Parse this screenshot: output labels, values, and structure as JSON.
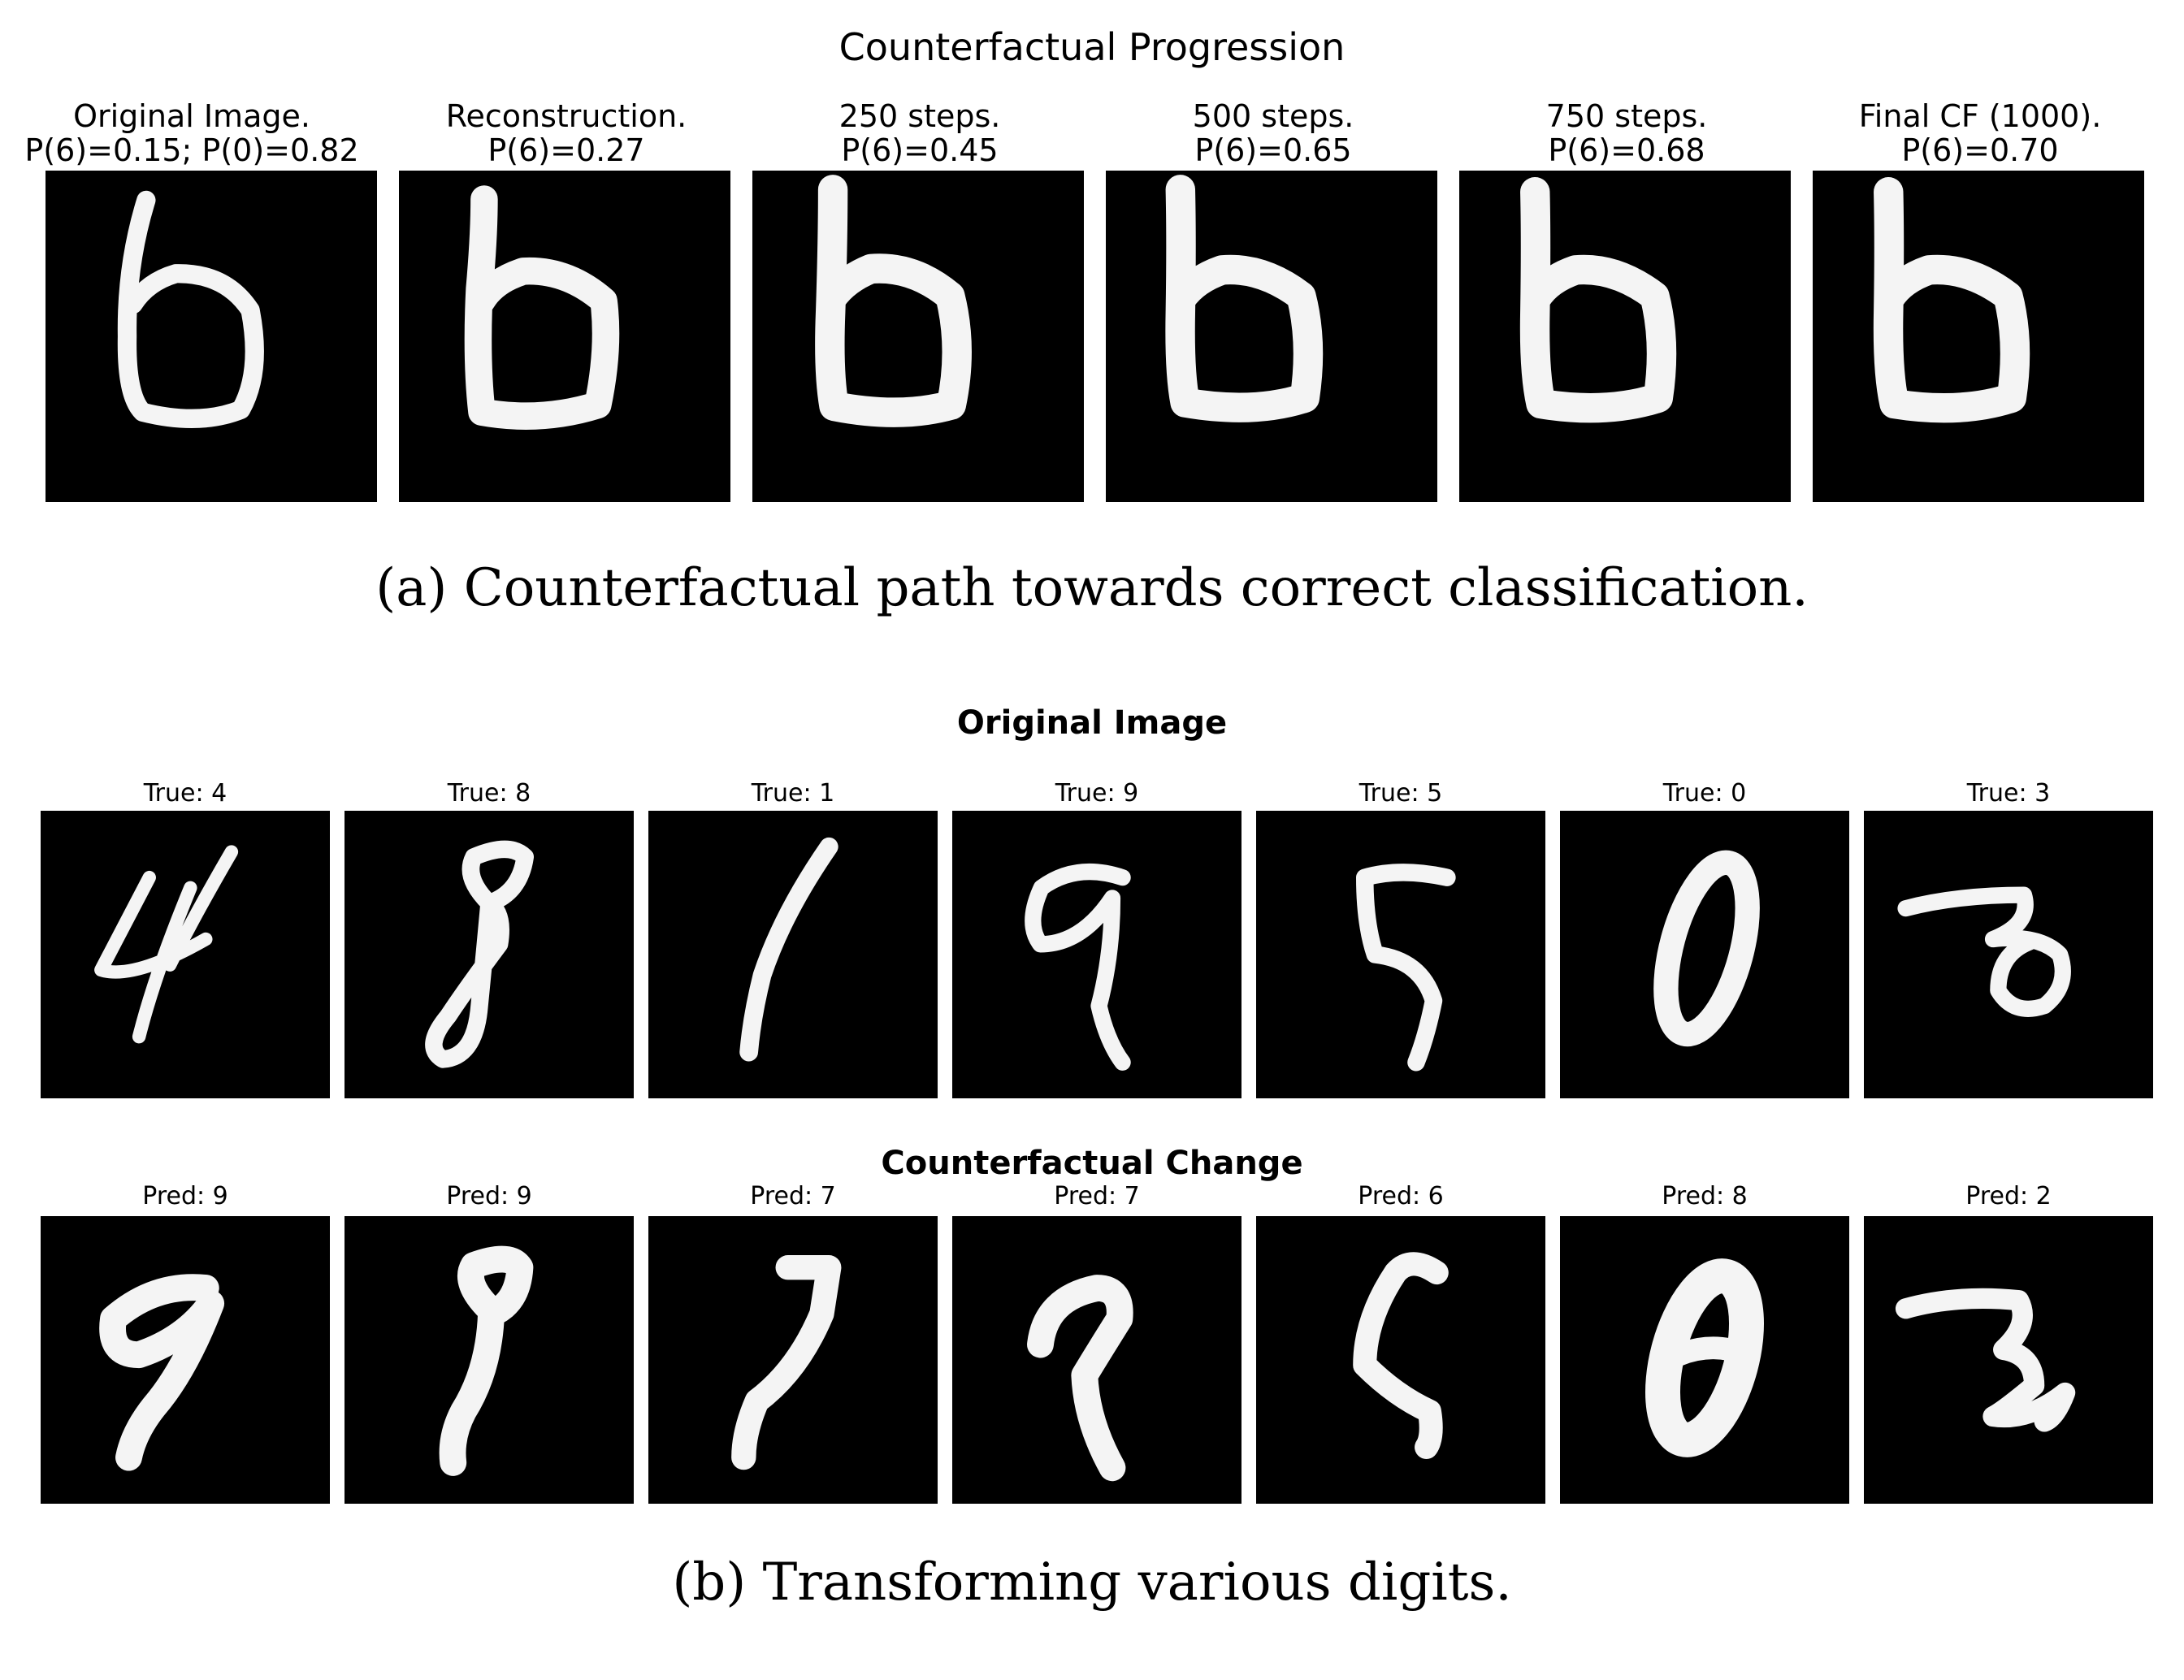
{
  "part_a": {
    "title": "Counterfactual Progression",
    "panels": [
      {
        "line1": "Original Image.",
        "line2": "P(6)=0.15; P(0)=0.82"
      },
      {
        "line1": "Reconstruction.",
        "line2": "P(6)=0.27"
      },
      {
        "line1": "250 steps.",
        "line2": "P(6)=0.45"
      },
      {
        "line1": "500 steps.",
        "line2": "P(6)=0.65"
      },
      {
        "line1": "750 steps.",
        "line2": "P(6)=0.68"
      },
      {
        "line1": "Final CF (1000).",
        "line2": "P(6)=0.70"
      }
    ],
    "caption": "(a) Counterfactual path towards correct classification."
  },
  "part_b": {
    "original_title": "Original Image",
    "original_labels": [
      "True: 4",
      "True: 8",
      "True: 1",
      "True: 9",
      "True: 5",
      "True: 0",
      "True: 3"
    ],
    "cf_title": "Counterfactual Change",
    "cf_labels": [
      "Pred: 9",
      "Pred: 9",
      "Pred: 7",
      "Pred: 7",
      "Pred: 6",
      "Pred: 8",
      "Pred: 2"
    ],
    "caption": "(b) Transforming various digits."
  },
  "colors": {
    "panel_background": "#000000",
    "digit_stroke": "#f4f4f4"
  }
}
